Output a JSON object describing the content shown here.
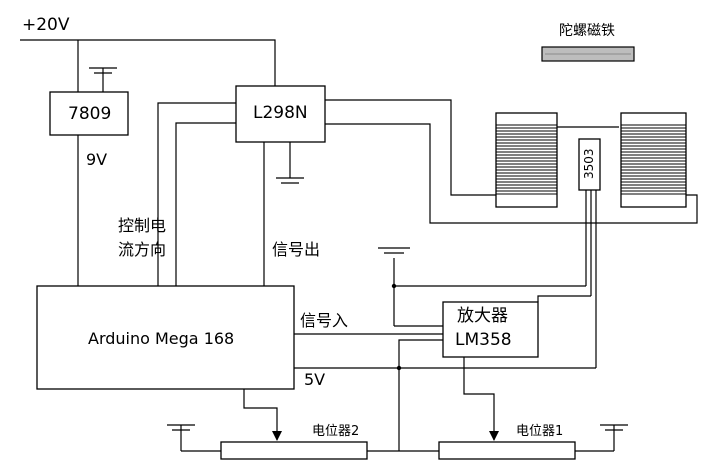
{
  "supply": {
    "voltage": "+20V"
  },
  "regulator": {
    "name": "7809",
    "output": "9V"
  },
  "driver": {
    "name": "L298N"
  },
  "controller": {
    "name": "Arduino Mega 168"
  },
  "amplifier": {
    "line1": "放大器",
    "line2": "LM358"
  },
  "sensor": {
    "name": "3503"
  },
  "magnet": {
    "label": "陀螺磁铁"
  },
  "labels": {
    "direction_line1": "控制电",
    "direction_line2": "流方向",
    "signal_out": "信号出",
    "signal_in": "信号入",
    "five_volt": "5V"
  },
  "pots": {
    "pot1": "电位器1",
    "pot2": "电位器2"
  },
  "colors": {
    "line": "#000000",
    "magnet_fill": "#bdbdbd",
    "background": "#ffffff"
  }
}
